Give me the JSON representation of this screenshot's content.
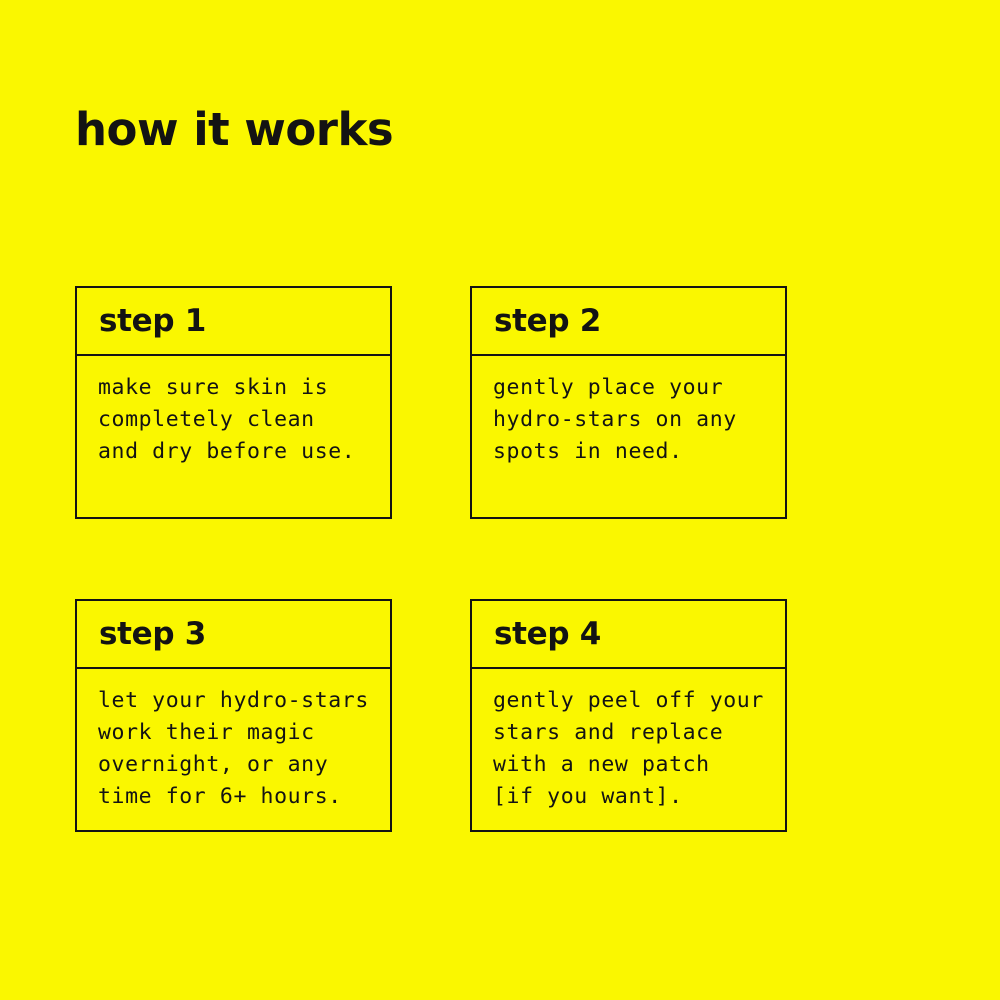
{
  "page": {
    "background_color": "#faf700",
    "text_color": "#131313",
    "border_color": "#131313"
  },
  "title": "how it works",
  "steps": [
    {
      "label": "step 1",
      "body": "make sure skin is\ncompletely clean\nand dry before use."
    },
    {
      "label": "step 2",
      "body": "gently place your\nhydro-stars on any\nspots in need."
    },
    {
      "label": "step 3",
      "body": "let your hydro-stars\nwork their magic\novernight, or any\ntime for 6+ hours."
    },
    {
      "label": "step 4",
      "body": "gently peel off your\nstars and replace\nwith a new patch\n[if you want]."
    }
  ]
}
